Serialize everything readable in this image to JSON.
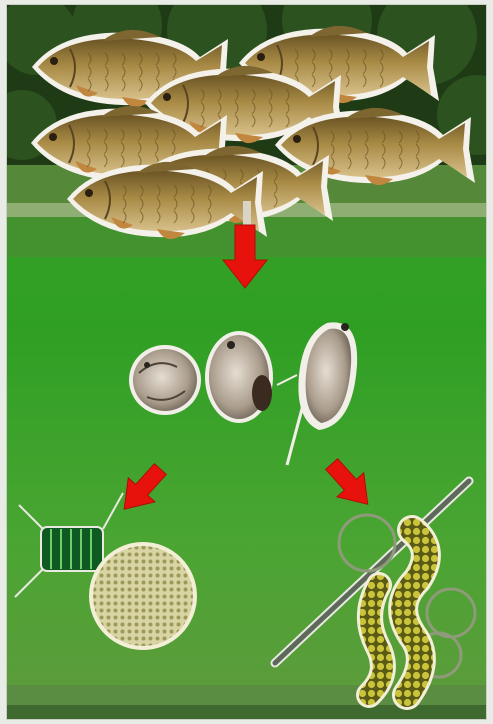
{
  "figure": {
    "kind": "aquatic food-web illustration",
    "nodes": [
      {
        "id": "fish",
        "icon": "carp-fish-icon",
        "count": 7
      },
      {
        "id": "zooplankton",
        "icon": "zooplankton-icon",
        "count": 3
      },
      {
        "id": "algae_left",
        "icon": "green-algae-icon",
        "count": 2
      },
      {
        "id": "algae_right",
        "icon": "cyanobacteria-filament-icon",
        "count": 3
      }
    ],
    "edges": [
      {
        "from": "fish",
        "to": "zooplankton"
      },
      {
        "from": "zooplankton",
        "to": "algae_left"
      },
      {
        "from": "zooplankton",
        "to": "algae_right"
      }
    ],
    "colors": {
      "arrow": "#e8120c",
      "water": "#3faa2a",
      "trees": "#1f3b16",
      "fish_body": "#a88a45"
    }
  }
}
